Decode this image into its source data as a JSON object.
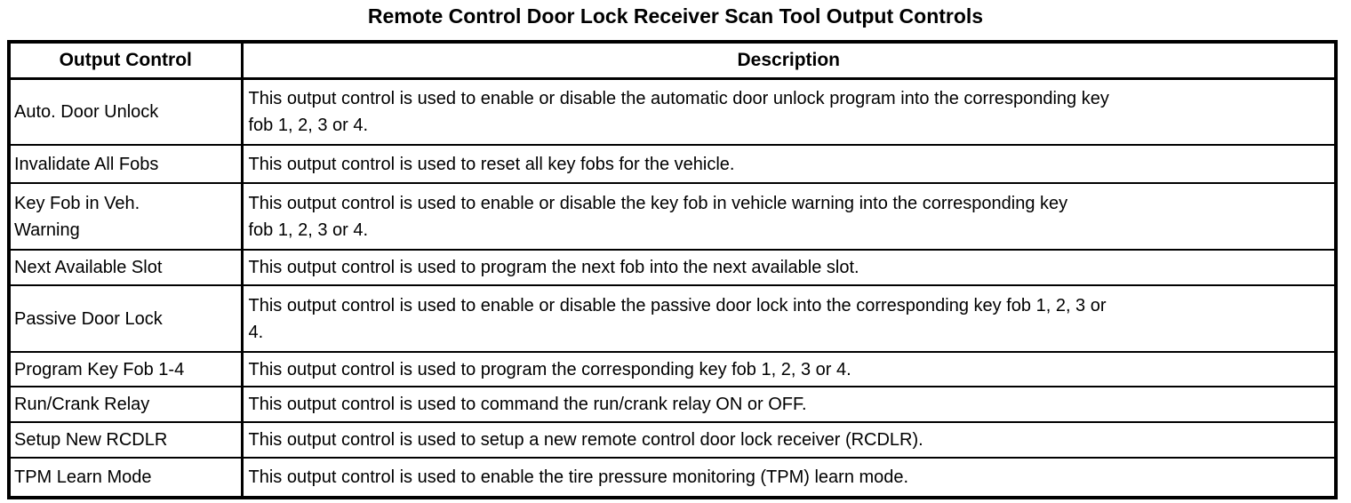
{
  "title": "Remote Control Door Lock Receiver Scan Tool Output Controls",
  "table": {
    "headers": {
      "control": "Output Control",
      "description": "Description"
    },
    "rows": [
      {
        "control": "Auto. Door Unlock",
        "description": "This output control is used to enable or disable the automatic door unlock program into the corresponding key\nfob 1, 2, 3 or 4."
      },
      {
        "control": "Invalidate All Fobs",
        "description": "This output control is used to reset all key fobs for the vehicle."
      },
      {
        "control": "Key Fob in Veh.\nWarning",
        "description": "This output control is used to enable or disable the key fob in vehicle warning into the corresponding key\nfob 1, 2, 3 or 4."
      },
      {
        "control": "Next Available Slot",
        "description": "This output control is used to program the next fob into the next available slot."
      },
      {
        "control": "Passive Door Lock",
        "description": "This output control is used to enable or disable the passive door lock into the corresponding key fob 1, 2, 3 or\n4."
      },
      {
        "control": "Program Key Fob 1-4",
        "description": "This output control is used to program the corresponding key fob 1, 2, 3 or 4."
      },
      {
        "control": "Run/Crank Relay",
        "description": "This output control is used to command the run/crank relay ON or OFF."
      },
      {
        "control": "Setup New RCDLR",
        "description": "This output control is used to setup a new remote control door lock receiver (RCDLR)."
      },
      {
        "control": "TPM Learn Mode",
        "description": "This output control is used to enable the tire pressure monitoring (TPM) learn mode."
      }
    ]
  }
}
